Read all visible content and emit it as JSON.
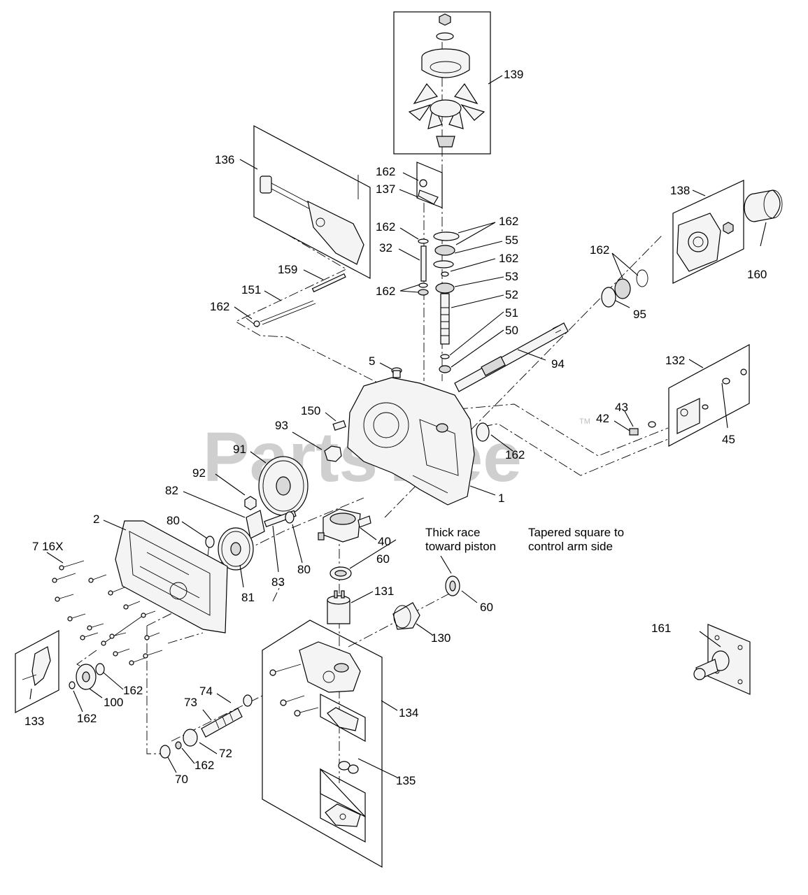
{
  "watermark": {
    "text": "PartsTree",
    "tm": "TM"
  },
  "notes": {
    "thick_race_1": "Thick race",
    "thick_race_2": "toward piston",
    "tapered_1": "Tapered square to",
    "tapered_2": "control arm side"
  },
  "labels": {
    "l139": "139",
    "l136": "136",
    "l162a": "162",
    "l137": "137",
    "l162b": "162",
    "l162c": "162",
    "l32": "32",
    "l55": "55",
    "l162d": "162",
    "l53": "53",
    "l162e": "162",
    "l52": "52",
    "l51": "51",
    "l50": "50",
    "l159": "159",
    "l151": "151",
    "l162f": "162",
    "l138": "138",
    "l160": "160",
    "l162g": "162",
    "l95": "95",
    "l94": "94",
    "l5": "5",
    "l132": "132",
    "l150": "150",
    "l93": "93",
    "l43": "43",
    "l42": "42",
    "l45": "45",
    "l91": "91",
    "l162h": "162",
    "l92": "92",
    "l1": "1",
    "l82": "82",
    "l2": "2",
    "l80a": "80",
    "l40": "40",
    "l716x": "7 16X",
    "l60a": "60",
    "l80b": "80",
    "l83": "83",
    "l81": "81",
    "l131": "131",
    "l60b": "60",
    "l130": "130",
    "l161": "161",
    "l162i": "162",
    "l100": "100",
    "l133": "133",
    "l162j": "162",
    "l74": "74",
    "l73": "73",
    "l134": "134",
    "l72": "72",
    "l162k": "162",
    "l70": "70",
    "l135": "135"
  }
}
